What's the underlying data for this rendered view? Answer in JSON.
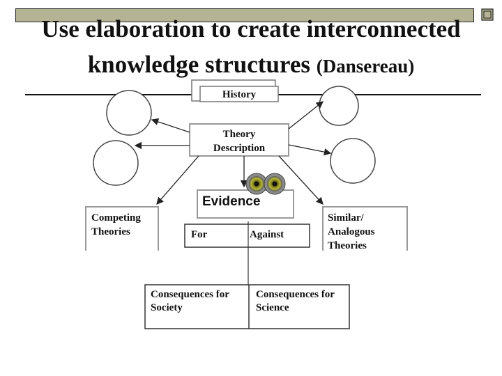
{
  "slide": {
    "title_line1": "Use elaboration to create interconnected",
    "title_line2": "knowledge structures",
    "title_suffix": "(Dansereau)"
  },
  "diagram": {
    "history": "History",
    "theory_line1": "Theory",
    "theory_line2": "Description",
    "evidence": "Evidence",
    "for": "For",
    "against": "Against",
    "competing_line1": "Competing",
    "competing_line2": "Theories",
    "similar_line1": "Similar/",
    "similar_line2": "Analogous",
    "similar_line3": "Theories",
    "consequences_society_line1": "Consequences for",
    "consequences_society_line2": "Society",
    "consequences_science_line1": "Consequences for",
    "consequences_science_line2": "Science"
  },
  "colors": {
    "top_bar": "#b4b494",
    "box_shadow": "#9a9a9a",
    "text": "#111111"
  }
}
